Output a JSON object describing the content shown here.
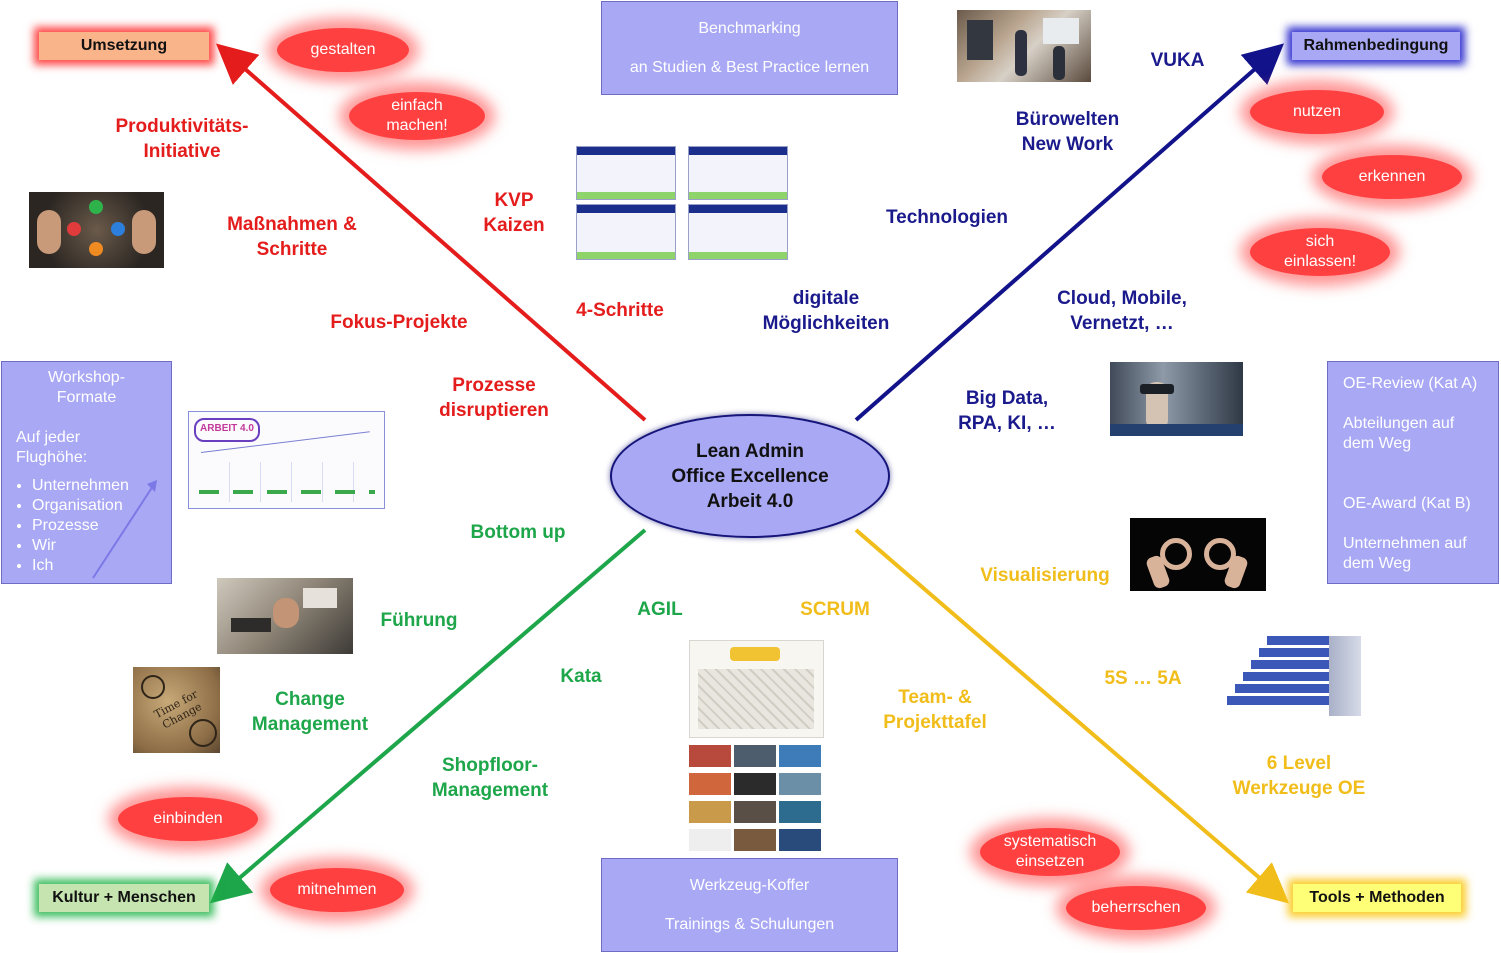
{
  "center": {
    "line1": "Lean Admin",
    "line2": "Office Excellence",
    "line3": "Arbeit 4.0"
  },
  "corners": {
    "top_left": "Umsetzung",
    "top_right": "Rahmenbedingung",
    "bottom_left": "Kultur + Menschen",
    "bottom_right": "Tools + Methoden"
  },
  "top_box": {
    "line1": "Benchmarking",
    "line2": "an Studien & Best Practice lernen"
  },
  "bottom_box": {
    "line1": "Werkzeug-Koffer",
    "line2": "Trainings & Schulungen"
  },
  "left_box": {
    "title": "Workshop-\nFormate",
    "subtitle": "Auf jeder\nFlughöhe:",
    "items": [
      "Unternehmen",
      "Organisation",
      "Prozesse",
      "Wir",
      "Ich"
    ]
  },
  "right_box": {
    "line1": "OE-Review (Kat A)",
    "line2": "Abteilungen auf\ndem Weg",
    "line3": "OE-Award (Kat B)",
    "line4": "Unternehmen auf\ndem Weg"
  },
  "clouds": {
    "gestalten": "gestalten",
    "einfach": "einfach\nmachen!",
    "nutzen": "nutzen",
    "erkennen": "erkennen",
    "einlassen": "sich\neinlassen!",
    "einbinden": "einbinden",
    "mitnehmen": "mitnehmen",
    "systematisch": "systematisch\neinsetzen",
    "beherrschen": "beherrschen"
  },
  "labels": {
    "produktivitaet": "Produktivitäts-\nInitiative",
    "massnahmen": "Maßnahmen &\nSchritte",
    "kvp": "KVP\nKaizen",
    "vierschritte": "4-Schritte",
    "fokus": "Fokus-Projekte",
    "prozesse": "Prozesse\ndisruptieren",
    "vuka": "VUKA",
    "buerowelten": "Bürowelten\nNew Work",
    "technologien": "Technologien",
    "digitale": "digitale\nMöglichkeiten",
    "cloud": "Cloud, Mobile,\nVernetzt, …",
    "bigdata": "Big Data,\nRPA, KI, …",
    "bottomup": "Bottom up",
    "agil": "AGIL",
    "scrum": "SCRUM",
    "fuehrung": "Führung",
    "kata": "Kata",
    "change": "Change\nManagement",
    "shopfloor": "Shopfloor-\nManagement",
    "visualisierung": "Visualisierung",
    "teamtafel": "Team- &\nProjekttafel",
    "fuenfs": "5S … 5A",
    "sixlevel": "6 Level\nWerkzeuge OE"
  },
  "thumbnails": {
    "arbeit40_logo": "ARBEIT 4.0",
    "time_for_change": "Time for Change"
  },
  "colors": {
    "red": "#e41c1c",
    "navy": "#1a1a8c",
    "green": "#1ea64a",
    "yellow": "#f1bd1a",
    "box_fill": "#a9a8f4",
    "center_fill": "#a9a8f4"
  }
}
